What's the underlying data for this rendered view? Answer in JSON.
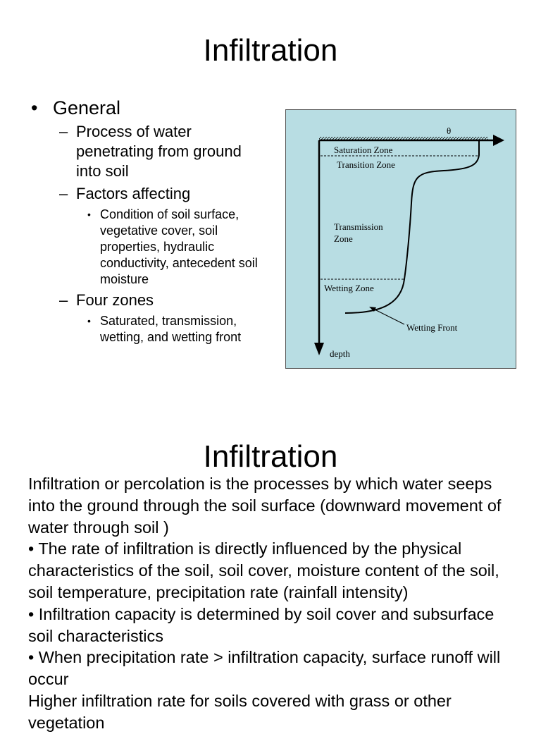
{
  "slide1": {
    "title": "Infiltration",
    "bullets": {
      "general": "General",
      "process": "Process of water penetrating from ground into soil",
      "factors": "Factors affecting",
      "factors_detail": "Condition of soil surface, vegetative cover, soil properties, hydraulic conductivity, antecedent soil moisture",
      "zones": "Four zones",
      "zones_detail": "Saturated, transmission, wetting, and wetting front"
    },
    "diagram": {
      "axis_x_label": "θ",
      "axis_y_label": "depth",
      "saturation_zone": "Saturation Zone",
      "transition_zone": "Transition Zone",
      "transmission_zone_line1": "Transmission",
      "transmission_zone_line2": "Zone",
      "wetting_zone": "Wetting Zone",
      "wetting_front": "Wetting Front",
      "background_color": "#b8dde3"
    }
  },
  "slide2": {
    "title": "Infiltration",
    "paragraphs": [
      "Infiltration or percolation is the processes by which water seeps into the ground through the soil surface (downward movement of water through soil )",
      "• The rate of infiltration is directly influenced by the physical characteristics of the soil, soil cover, moisture content of the soil, soil temperature, precipitation rate (rainfall intensity)",
      "• Infiltration capacity is determined by soil cover and subsurface soil characteristics",
      "• When precipitation rate > infiltration capacity, surface runoff will occur",
      "Higher infiltration rate for soils covered with grass or other vegetation"
    ]
  }
}
